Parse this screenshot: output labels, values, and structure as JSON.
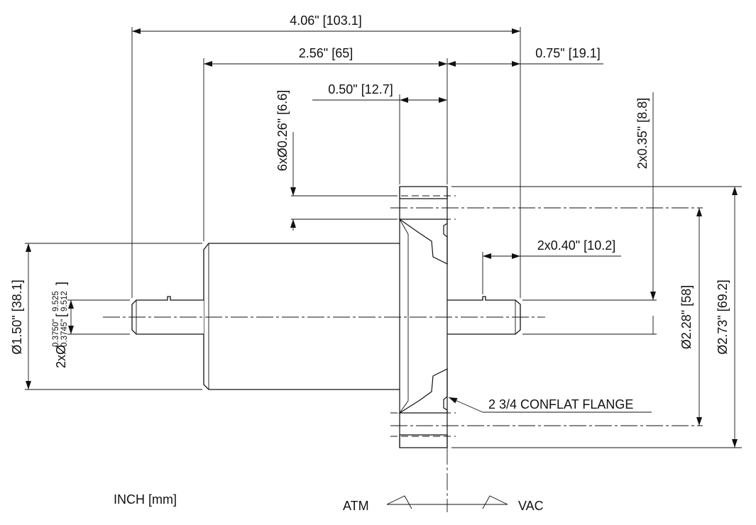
{
  "drawing": {
    "units_label": "INCH [mm]",
    "dimensions": {
      "overall_length": "4.06\" [103.1]",
      "atm_length": "2.56\" [65]",
      "vac_length": "0.75\" [19.1]",
      "flange_thickness": "0.50\" [12.7]",
      "bolt_holes": "6xØ0.26\" [6.6]",
      "hole_offset": "2x0.35\" [8.8]",
      "shaft_length_vac": "2x0.40\" [10.2]",
      "body_diameter": "Ø1.50\" [38.1]",
      "shaft_diameter_prefix": "2xØ",
      "shaft_tol_upper_in": "0.3750\"",
      "shaft_tol_lower_in": "0.3745\"",
      "shaft_tol_upper_mm": "9.525",
      "shaft_tol_lower_mm": "9.512",
      "bolt_circle": "Ø2.28\" [58]",
      "flange_diameter": "Ø2.73\" [69.2]"
    },
    "flange_callout": "2 3/4 CONFLAT FLANGE",
    "side_atm": "ATM",
    "side_vac": "VAC"
  }
}
